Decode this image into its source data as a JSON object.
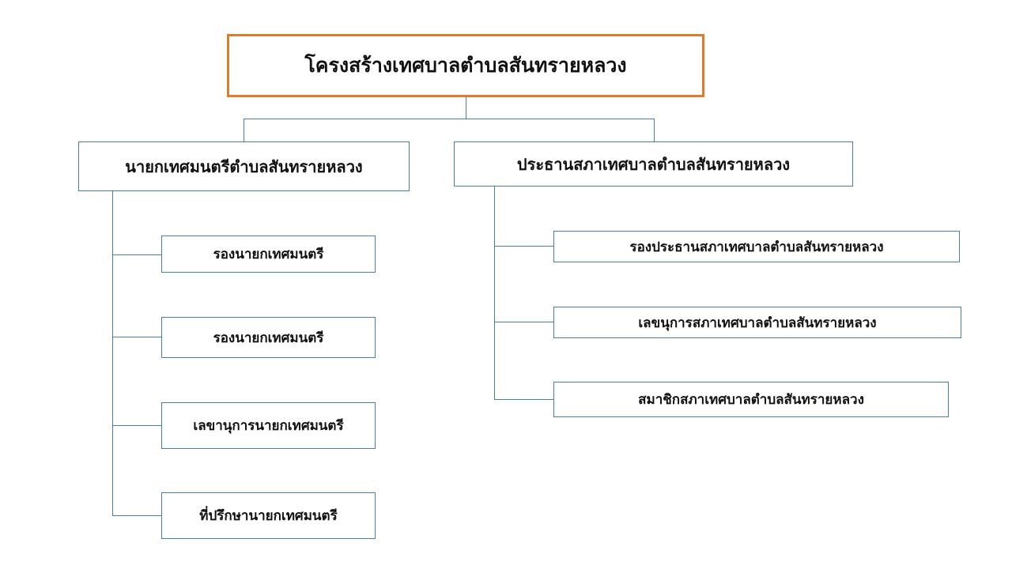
{
  "title": "โครงสร้างเทศบาลตำบลสันทรายหลวง",
  "left": {
    "head": "นายกเทศมนตรีตำบลสันทรายหลวง",
    "children": [
      "รองนายกเทศมนตรี",
      "รองนายกเทศมนตรี",
      "เลขานุการนายกเทศมนตรี",
      "ที่ปรึกษานายกเทศมนตรี"
    ]
  },
  "right": {
    "head": "ประธานสภาเทศบาลตำบลสันทรายหลวง",
    "children": [
      "รองประธานสภาเทศบาลตำบลสันทรายหลวง",
      "เลขนุการสภาเทศบาลตำบลสันทรายหลวง",
      "สมาชิกสภาเทศบาลตำบลสันทรายหลวง"
    ]
  },
  "colors": {
    "title_border": "#e07b2e",
    "connector": "#4a7ea0"
  }
}
